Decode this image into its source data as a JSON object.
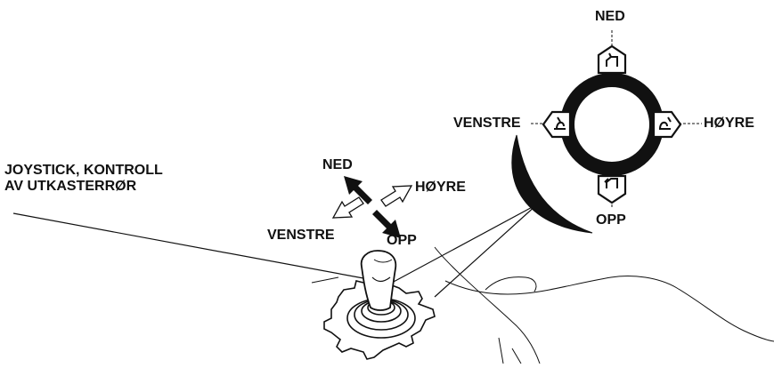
{
  "callout": {
    "line1": "JOYSTICK, KONTROLL",
    "line2": "AV UTKASTERRØR"
  },
  "joystick_directions": {
    "up": "NED",
    "right": "HØYRE",
    "left": "VENSTRE",
    "down": "OPP"
  },
  "dial_directions": {
    "top": "NED",
    "left": "VENSTRE",
    "right": "HØYRE",
    "bottom": "OPP"
  },
  "colors": {
    "ink": "#111111",
    "background": "#ffffff"
  }
}
